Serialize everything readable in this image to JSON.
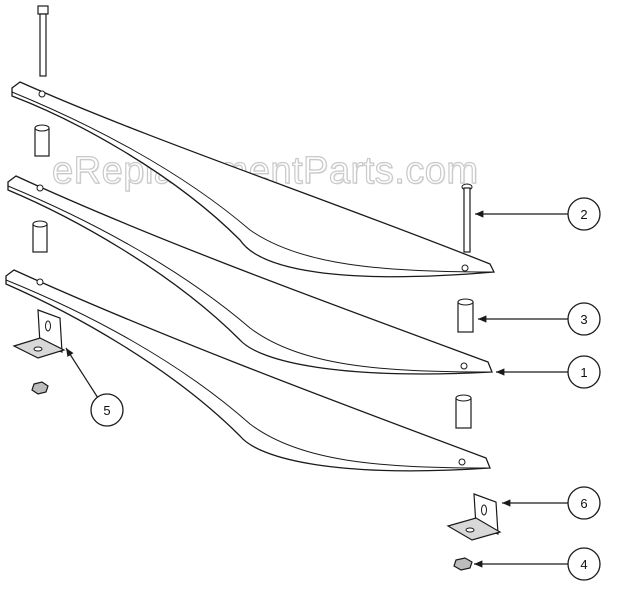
{
  "watermark": "eReplacementParts.com",
  "callouts": [
    {
      "id": "1",
      "label": "1"
    },
    {
      "id": "2",
      "label": "2"
    },
    {
      "id": "3",
      "label": "3"
    },
    {
      "id": "4",
      "label": "4"
    },
    {
      "id": "5",
      "label": "5"
    },
    {
      "id": "6",
      "label": "6"
    }
  ],
  "colors": {
    "line": "#1a1a1a",
    "fill": "#ffffff",
    "shade": "#d8d8d8",
    "watermark": "#c9c9c9"
  }
}
